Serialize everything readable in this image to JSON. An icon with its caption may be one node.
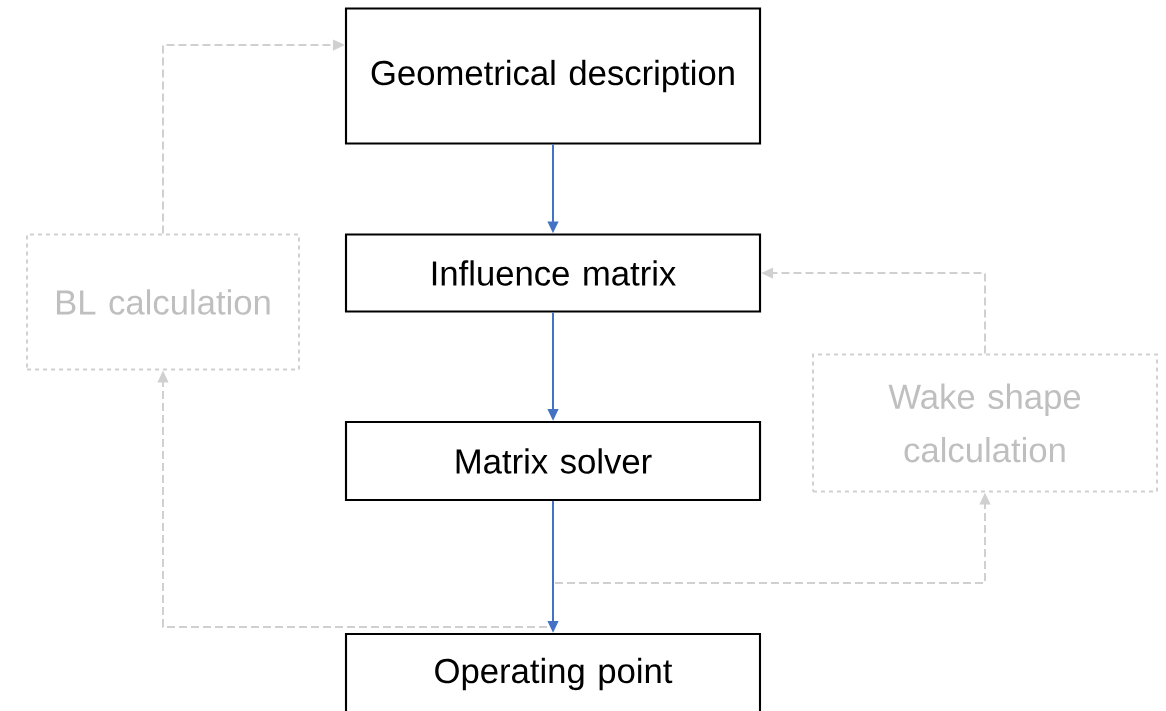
{
  "diagram": {
    "nodes": [
      {
        "text": [
          "Geometrical description"
        ]
      },
      {
        "text": [
          "Influence matrix"
        ]
      },
      {
        "text": [
          "Matrix solver"
        ]
      },
      {
        "text": [
          "Operating point"
        ]
      },
      {
        "text": [
          "BL calculation"
        ]
      },
      {
        "text": [
          "Wake shape calculation"
        ]
      }
    ],
    "edges": [
      {
        "from": 0,
        "to": 1,
        "arrow": "to",
        "color": "#4472c4"
      },
      {
        "from": 1,
        "to": 2,
        "arrow": "to",
        "color": "#4472c4"
      },
      {
        "from": 2,
        "to": 3,
        "arrow": "to",
        "color": "#4472c4"
      },
      {
        "from": 2,
        "to": 4,
        "arrow": "to",
        "style": "dashed",
        "color": "#d0d0d0"
      },
      {
        "from": 2,
        "to": 5,
        "arrow": "to",
        "style": "dashed",
        "color": "#d0d0d0"
      },
      {
        "from": 4,
        "to": 0,
        "arrow": "to",
        "style": "dashed",
        "color": "#d0d0d0"
      },
      {
        "from": 5,
        "to": 1,
        "arrow": "to",
        "style": "dashed",
        "color": "#d0d0d0"
      }
    ]
  }
}
